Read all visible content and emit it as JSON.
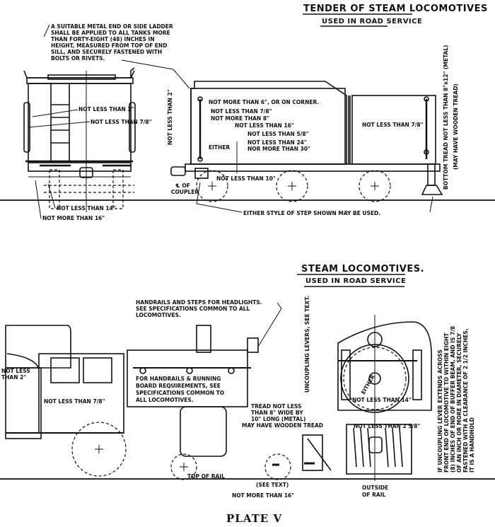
{
  "tender_section": {
    "title": "TENDER OF STEAM LOCOMOTIVES",
    "subtitle": "USED IN ROAD SERVICE",
    "ladder_note": [
      "A SUITABLE METAL END OR SIDE LADDER",
      "SHALL BE APPLIED TO ALL TANKS MORE",
      "THAN FORTY-EIGHT (48) INCHES IN",
      "HEIGHT, MEASURED FROM TOP OF END",
      "SILL, AND SECURELY FASTENED WITH",
      "BOLTS OR RIVETS."
    ],
    "labels": {
      "not_less_2in_end": "NOT LESS THAN 2\"",
      "not_less_7_8_end": "NOT LESS THAN 7/8\"",
      "not_less_2in_vertical": "NOT LESS THAN 2\"",
      "not_more_6": "NOT MORE THAN 6\", OR ON CORNER.",
      "not_less_7_8_side": "NOT LESS THAN 7/8\"",
      "not_more_8": "NOT MORE THAN 8\"",
      "not_less_16": "NOT LESS THAN 16\"",
      "not_less_5_8": "NOT LESS THAN 5/8\"",
      "not_less_24_a": "NOT LESS THAN 24\"",
      "not_less_24_b": "NOR MORE THAN 30\"",
      "either": "EITHER",
      "not_less_7_8_rear": "NOT LESS THAN 7/8\"",
      "coupler_a": "℄ OF",
      "coupler_b": "COUPLER",
      "not_less_10": "NOT LESS THAN 10\"",
      "not_less_14": "NOT LESS THAN 14\"",
      "not_more_16": "NOT MORE THAN 16\"",
      "either_style": "EITHER STYLE OF STEP SHOWN MAY BE USED.",
      "bottom_tread_a": "BOTTOM TREAD NOT LESS THAN 8\"x12\" (METAL)",
      "bottom_tread_b": "(MAY HAVE WOODEN TREAD)"
    }
  },
  "locomotive_section": {
    "title": "STEAM LOCOMOTIVES.",
    "subtitle": "USED IN ROAD SERVICE",
    "headlight_note": [
      "HANDRAILS AND STEPS FOR HEADLIGHTS.",
      "SEE SPECIFICATIONS COMMON TO ALL",
      "LOCOMOTIVES."
    ],
    "handrail_note": [
      "FOR HANDRAILS & RUNNING",
      "BOARD REQUIREMENTS, SEE",
      "SPECIFICATIONS COMMON TO",
      "ALL LOCOMOTIVES."
    ],
    "tread_note": [
      "TREAD NOT LESS",
      "THAN 8\" WIDE BY",
      "10\" LONG (METAL)",
      "MAY HAVE WOODEN TREAD"
    ],
    "uncoupling_note": "UNCOUPLING LEVERS, SEE TEXT.",
    "handhold_note": [
      "IF UNCOUPLING LEVER EXTENDS ACROSS",
      "FRONT END OF LOCOMOTIVE TO WITHIN EIGHT",
      "(8) INCHES OF END OF BUFFER BEAM, AND IS 7/8",
      "OF AN INCH OR MORE IN DIAMETER, SECURELY",
      "FASTENED WITH A CLEARANCE OF 2 1/2 INCHES,",
      "IT IS A HANDHOLD"
    ],
    "labels": {
      "not_less_2_cab_a": "NOT LESS",
      "not_less_2_cab_b": "THAN 2\"",
      "not_less_7_8_cab": "NOT LESS THAN 7/8\"",
      "top_of_rail": "TOP OF RAIL",
      "see_text": "(SEE TEXT)",
      "not_more_16": "NOT MORE THAN 16\"",
      "either_front": "EITHER",
      "not_less_14_front": "NOT LESS THAN 14\"",
      "not_less_2_5_8": "NOT LESS THAN 2 5/8\"",
      "outside_a": "OUTSIDE",
      "outside_b": "OF RAIL"
    }
  },
  "footer": {
    "plate": "PLATE V"
  }
}
